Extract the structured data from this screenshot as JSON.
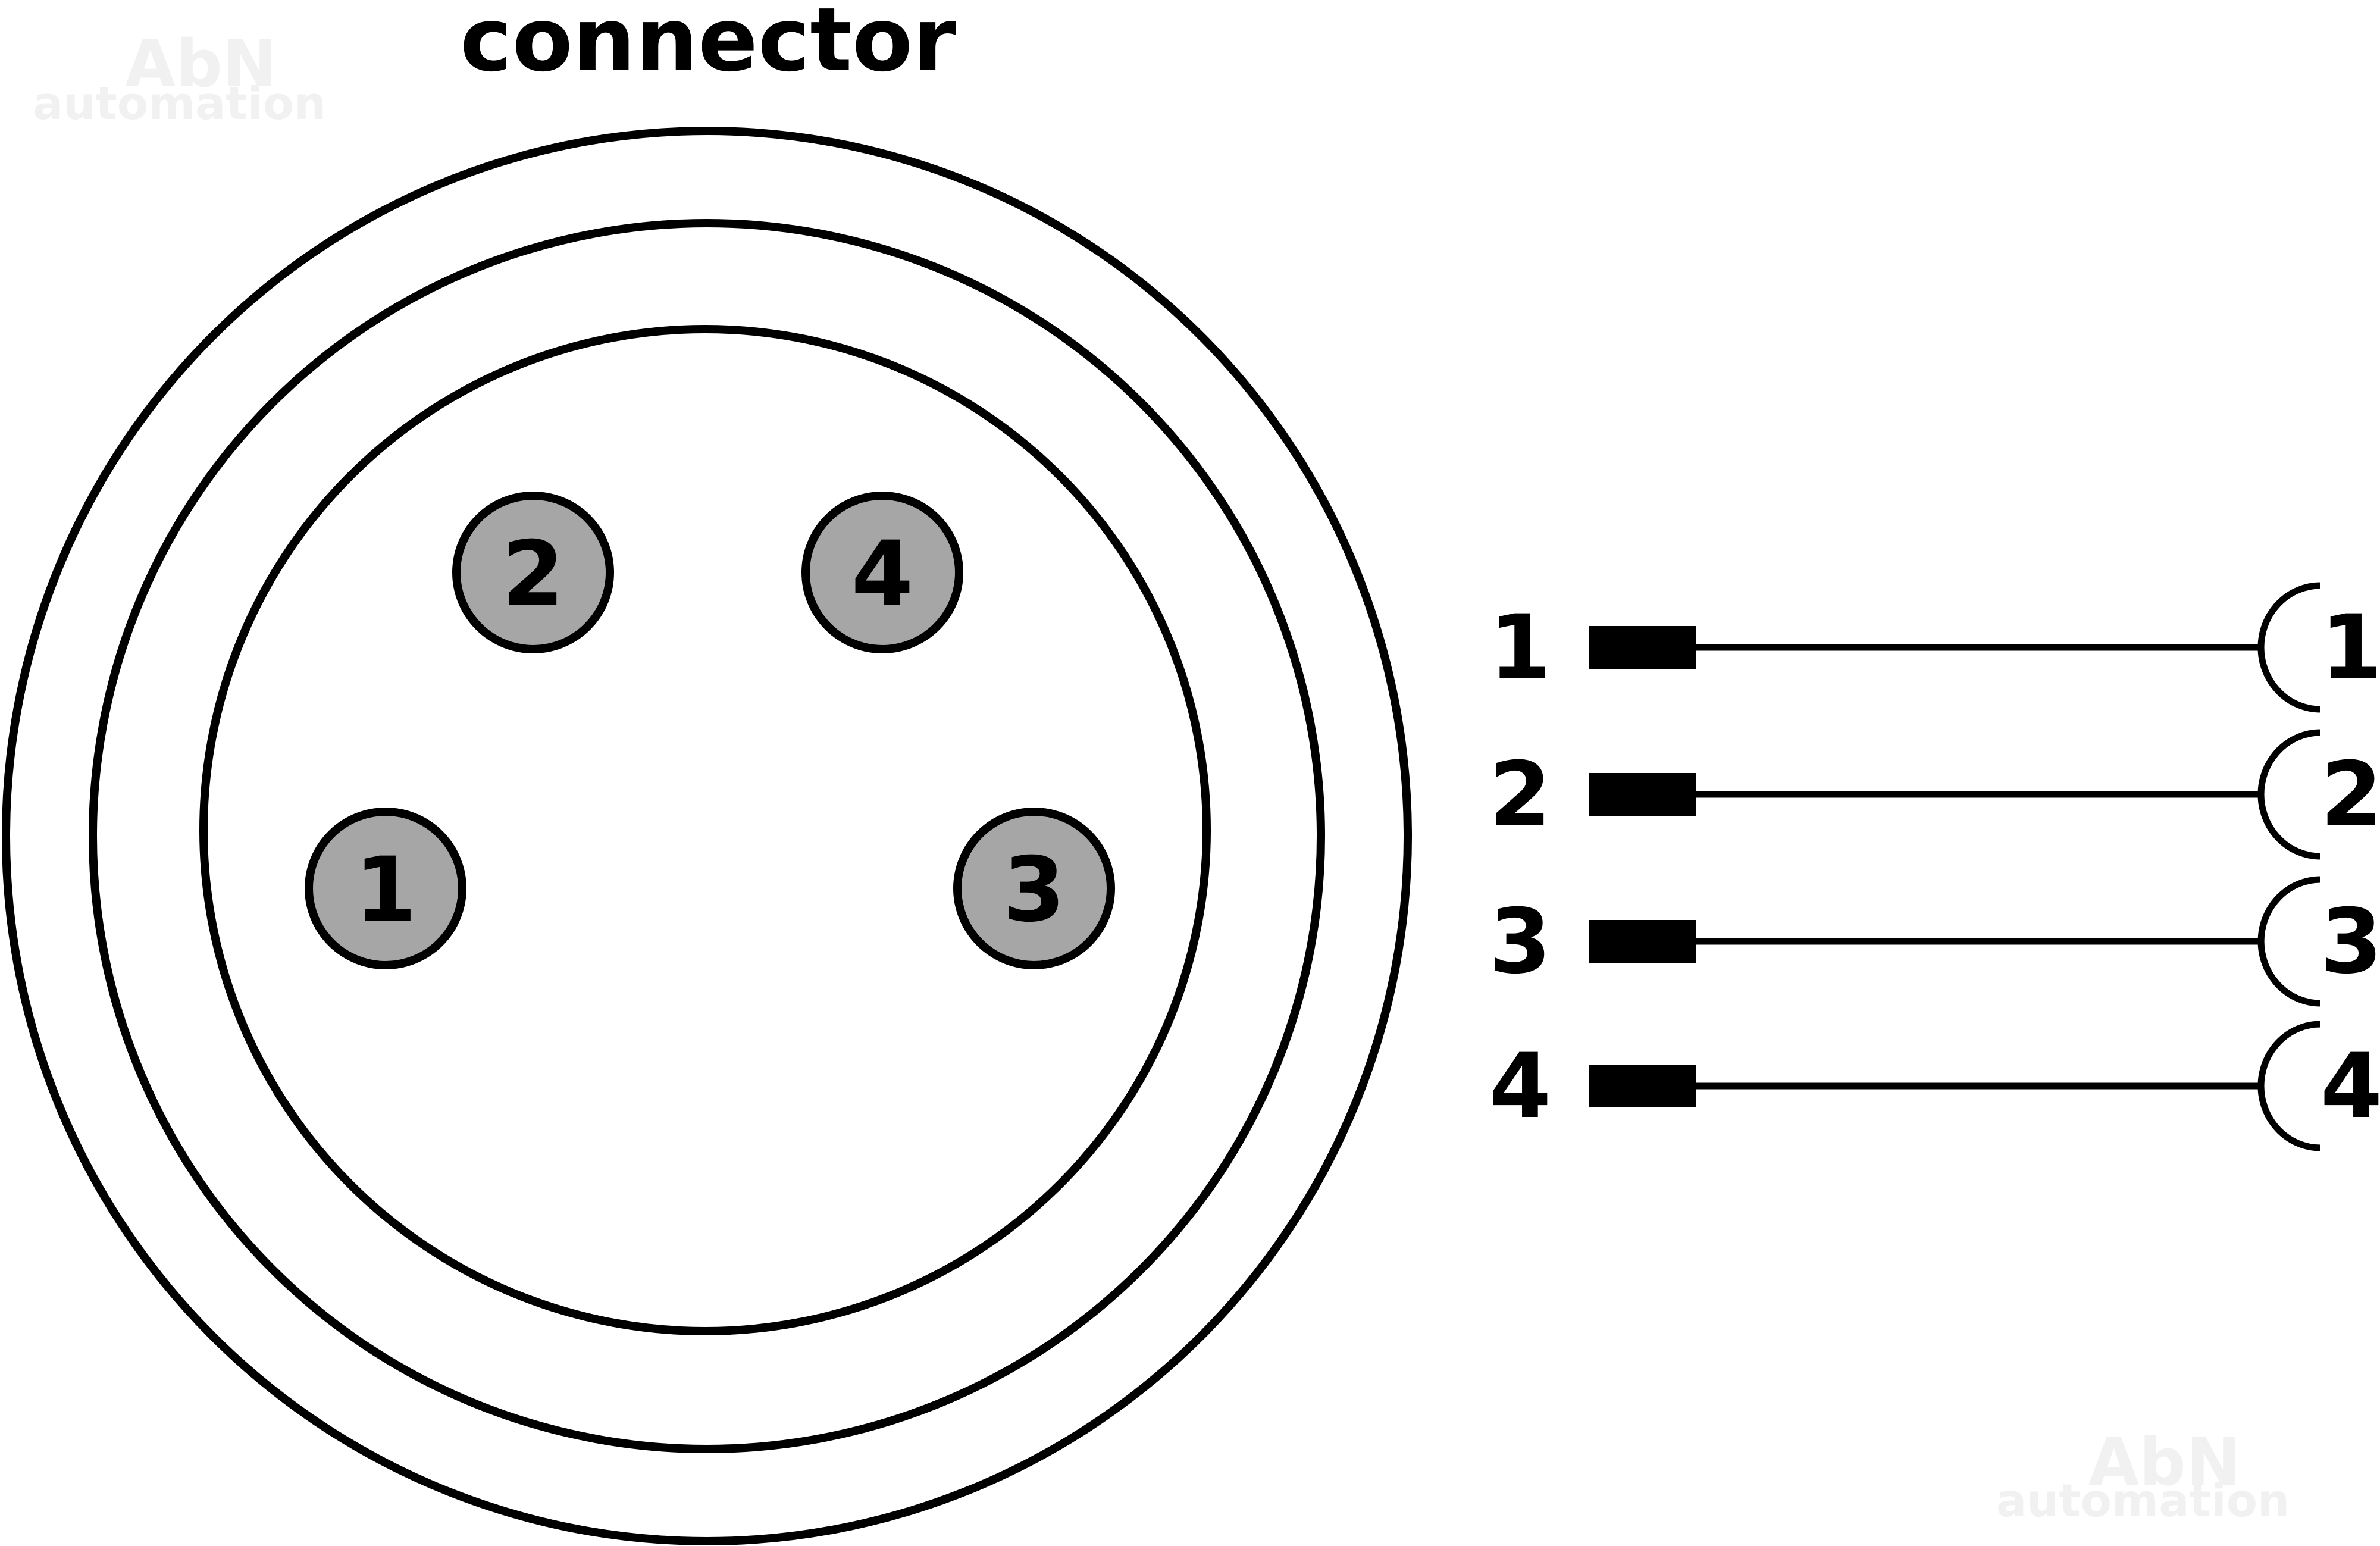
{
  "title": "connector",
  "watermark": {
    "line1": "AbN",
    "line2": "automation"
  },
  "pins": [
    {
      "number": "2"
    },
    {
      "number": "4"
    },
    {
      "number": "1"
    },
    {
      "number": "3"
    }
  ],
  "wires": [
    {
      "left_label": "1",
      "right_label": "1"
    },
    {
      "left_label": "2",
      "right_label": "2"
    },
    {
      "left_label": "3",
      "right_label": "3"
    },
    {
      "left_label": "4",
      "right_label": "4"
    }
  ],
  "colors": {
    "pin_fill": "#a6a6a6",
    "stroke": "#000000",
    "background": "#ffffff"
  }
}
